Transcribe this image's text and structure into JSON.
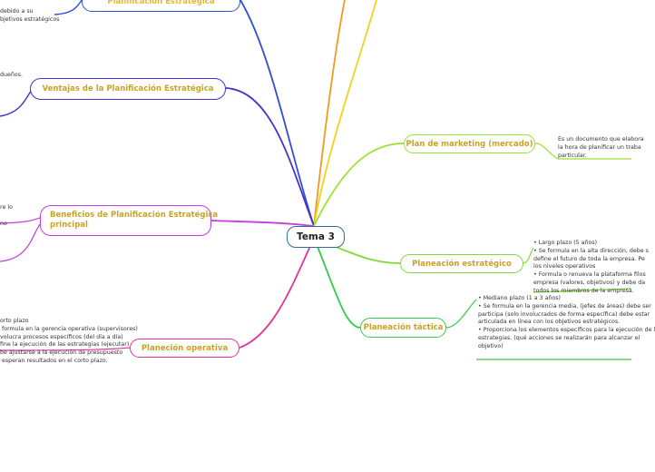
{
  "central": {
    "label": "Tema 3"
  },
  "branches": {
    "planificacion": {
      "label": "Planificación Estratégica",
      "color": "#e8c84a",
      "stroke": "#2f4fd6"
    },
    "ventajas": {
      "label": "Ventajas de la Planificación Estratégica",
      "color": "#c9a226",
      "stroke": "#4a2fd0"
    },
    "beneficios": {
      "label": "Beneficios de Planificación Estratégica\nprincipal",
      "color": "#c9a226",
      "stroke": "#c43de0"
    },
    "operativa": {
      "label": "Planeción operativa",
      "color": "#c9a226",
      "stroke": "#e0339a"
    },
    "marketing": {
      "label": "Plan de marketing (mercado)",
      "color": "#c9a226",
      "stroke": "#9be32f"
    },
    "estrategica": {
      "label": "Planeación estratégico",
      "color": "#c9a226",
      "stroke": "#7fd936"
    },
    "tactica": {
      "label": "Planeación  táctica",
      "color": "#c9a226",
      "stroke": "#35c94a"
    }
  },
  "notes": {
    "planificacion": "debido a su\nbjetivos estratégicos",
    "ventajas": "dueños.",
    "beneficios": "re lo\n\nno",
    "operativa": "orto plazo\n formula en la gerencia operativa (supervisores)\nvolucra procesos específicos (del día a día)\nfine la ejecución de las estrategias (ejecutar)\nbe ajustarse a la ejecución de presupuesto\n esperan resultados en el corto plazo.",
    "marketing": "Es un documento que elabora\nla hora de planificar un traba\nparticular.",
    "estrategica": "• Largo plazo (5 años)\n• Se formula en la alta dirección, debe s\ndefine el futuro de toda la empresa. Pe\nlos niveles operativos\n• Formula o renueva la plataforma filos\nempresa (valores, objetivos) y debe da\ntodos los miembros de la empresa.",
    "tactica": "• Mediano plazo (1 a 3 años)\n• Se formula en la gerencia media, (jefes de áreas) debe ser\nparticipa (solo involucrados de forma específica) debe estar\narticulada en línea con los objetivos estratégicos.\n• Proporciona los elementos específicos para la ejecución de l\nestrategias. (qué acciones se realizarán para alcanzar el\nobjetivo)"
  },
  "colors": {
    "central_border": "#2d6e9e",
    "orange_branch": "#f29a1d",
    "yellow_branch": "#f2d21d"
  }
}
